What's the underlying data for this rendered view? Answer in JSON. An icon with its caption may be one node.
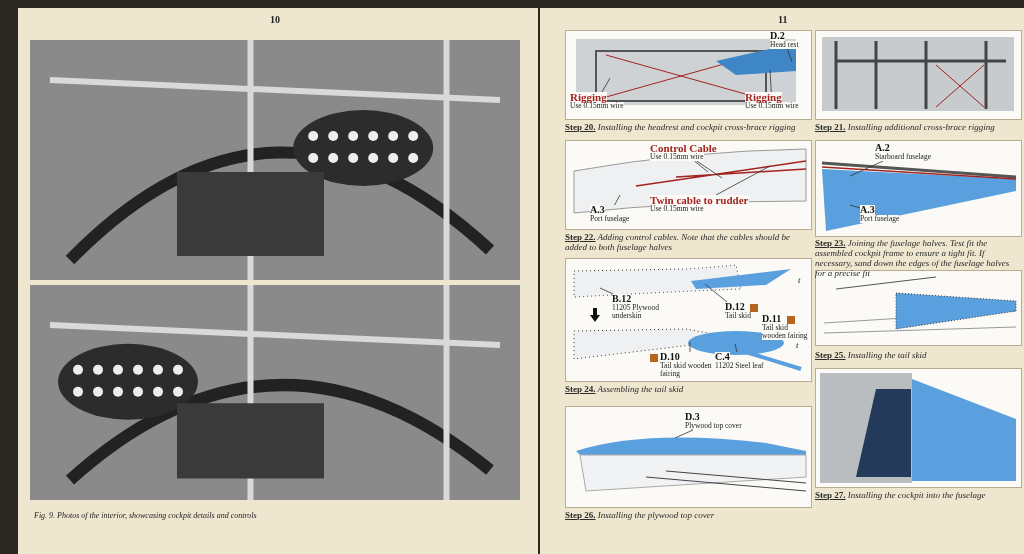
{
  "diagram": {
    "nodes": [
      {
        "text": [],
        "shape": "picture",
        "beside": [
          "**Step 20.** Installing the headrest and cockpit cross-brace rigging"
        ]
      },
      {
        "text": [
          "D.2",
          "Head rest"
        ],
        "in": 0
      },
      {
        "text": [
          "Rigging",
          "Use 0.15mm wire"
        ],
        "in": 0
      },
      {
        "text": [
          "Rigging",
          "Use 0.15mm wire"
        ],
        "in": 0
      },
      {
        "text": [],
        "shape": "picture",
        "beside": [
          "**Step 21.** Installing additional cross-brace rigging"
        ]
      },
      {
        "text": [],
        "shape": "picture",
        "beside": [
          "**Step 22.** Adding control cables. Note that the cables should be added to both fuselage halves"
        ]
      },
      {
        "text": [
          "Control Cable",
          "Use 0.15mm wire"
        ],
        "in": 5
      },
      {
        "text": [
          "Twin cable to rudder",
          "Use 0.15mm wire"
        ],
        "in": 5
      },
      {
        "text": [
          "A.3",
          "Port fuselage"
        ],
        "in": 5
      },
      {
        "text": [],
        "shape": "picture",
        "beside": [
          "**Step 23.** Joining the fuselage halves. Test fit the assembled cockpit frame to ensure a tight fit. If necessary, sand down the edges of the fuselage halves for a precise fit"
        ]
      },
      {
        "text": [
          "A.2",
          "Starboard fuselage"
        ],
        "in": 9
      },
      {
        "text": [
          "A.3",
          "Port fuselage"
        ],
        "in": 9
      },
      {
        "text": [],
        "shape": "picture",
        "beside": [
          "**Step 24.** Assembling the tail skid"
        ]
      },
      {
        "text": [
          "B.12",
          "11205 Plywood underskin"
        ],
        "in": 12
      },
      {
        "text": [
          "D.12",
          "Tail skid"
        ],
        "in": 12
      },
      {
        "text": [
          "D.11",
          "Tail skid wooden fairing"
        ],
        "in": 12
      },
      {
        "text": [
          "D.10",
          "Tail skid wooden fairing"
        ],
        "in": 12
      },
      {
        "text": [
          "C.4",
          "11202 Steel leaf"
        ],
        "in": 12
      },
      {
        "text": [],
        "shape": "picture",
        "beside": [
          "**Step 25.** Installing the tail skid"
        ]
      },
      {
        "text": [],
        "shape": "picture",
        "beside": [
          "**Step 26.** Installing the plywood top cover"
        ]
      },
      {
        "text": [
          "D.3",
          "Plywood top cover"
        ],
        "in": 19
      },
      {
        "text": [],
        "shape": "picture",
        "beside": [
          "**Step 27.** Installing the cockpit into the fuselage"
        ]
      },
      {
        "text": [],
        "shape": "picture"
      },
      {
        "text": [],
        "shape": "picture"
      }
    ],
    "edges": [
      {
        "from": 1,
        "to": null,
        "arrow": "none"
      },
      {
        "from": 2,
        "to": null,
        "arrow": "none"
      },
      {
        "from": 3,
        "to": null,
        "arrow": "none"
      },
      {
        "from": 6,
        "to": null,
        "arrow": "none"
      },
      {
        "from": 6,
        "to": null,
        "arrow": "none"
      },
      {
        "from": 7,
        "to": null,
        "arrow": "none"
      },
      {
        "from": 8,
        "to": null,
        "arrow": "none"
      },
      {
        "from": 10,
        "to": null,
        "arrow": "none"
      },
      {
        "from": 11,
        "to": null,
        "arrow": "none"
      },
      {
        "from": 13,
        "to": null,
        "arrow": "none"
      },
      {
        "from": 14,
        "to": null,
        "arrow": "none"
      },
      {
        "from": 15,
        "to": null,
        "arrow": "none"
      },
      {
        "from": 16,
        "to": null,
        "arrow": "none"
      },
      {
        "from": 17,
        "to": null,
        "arrow": "none"
      },
      {
        "from": 20,
        "to": null,
        "arrow": "none"
      }
    ],
    "labels": [
      "10",
      "11",
      "t",
      "t",
      "Fig. 9. Photos of the interior, showcasing cockpit details and controls"
    ]
  }
}
